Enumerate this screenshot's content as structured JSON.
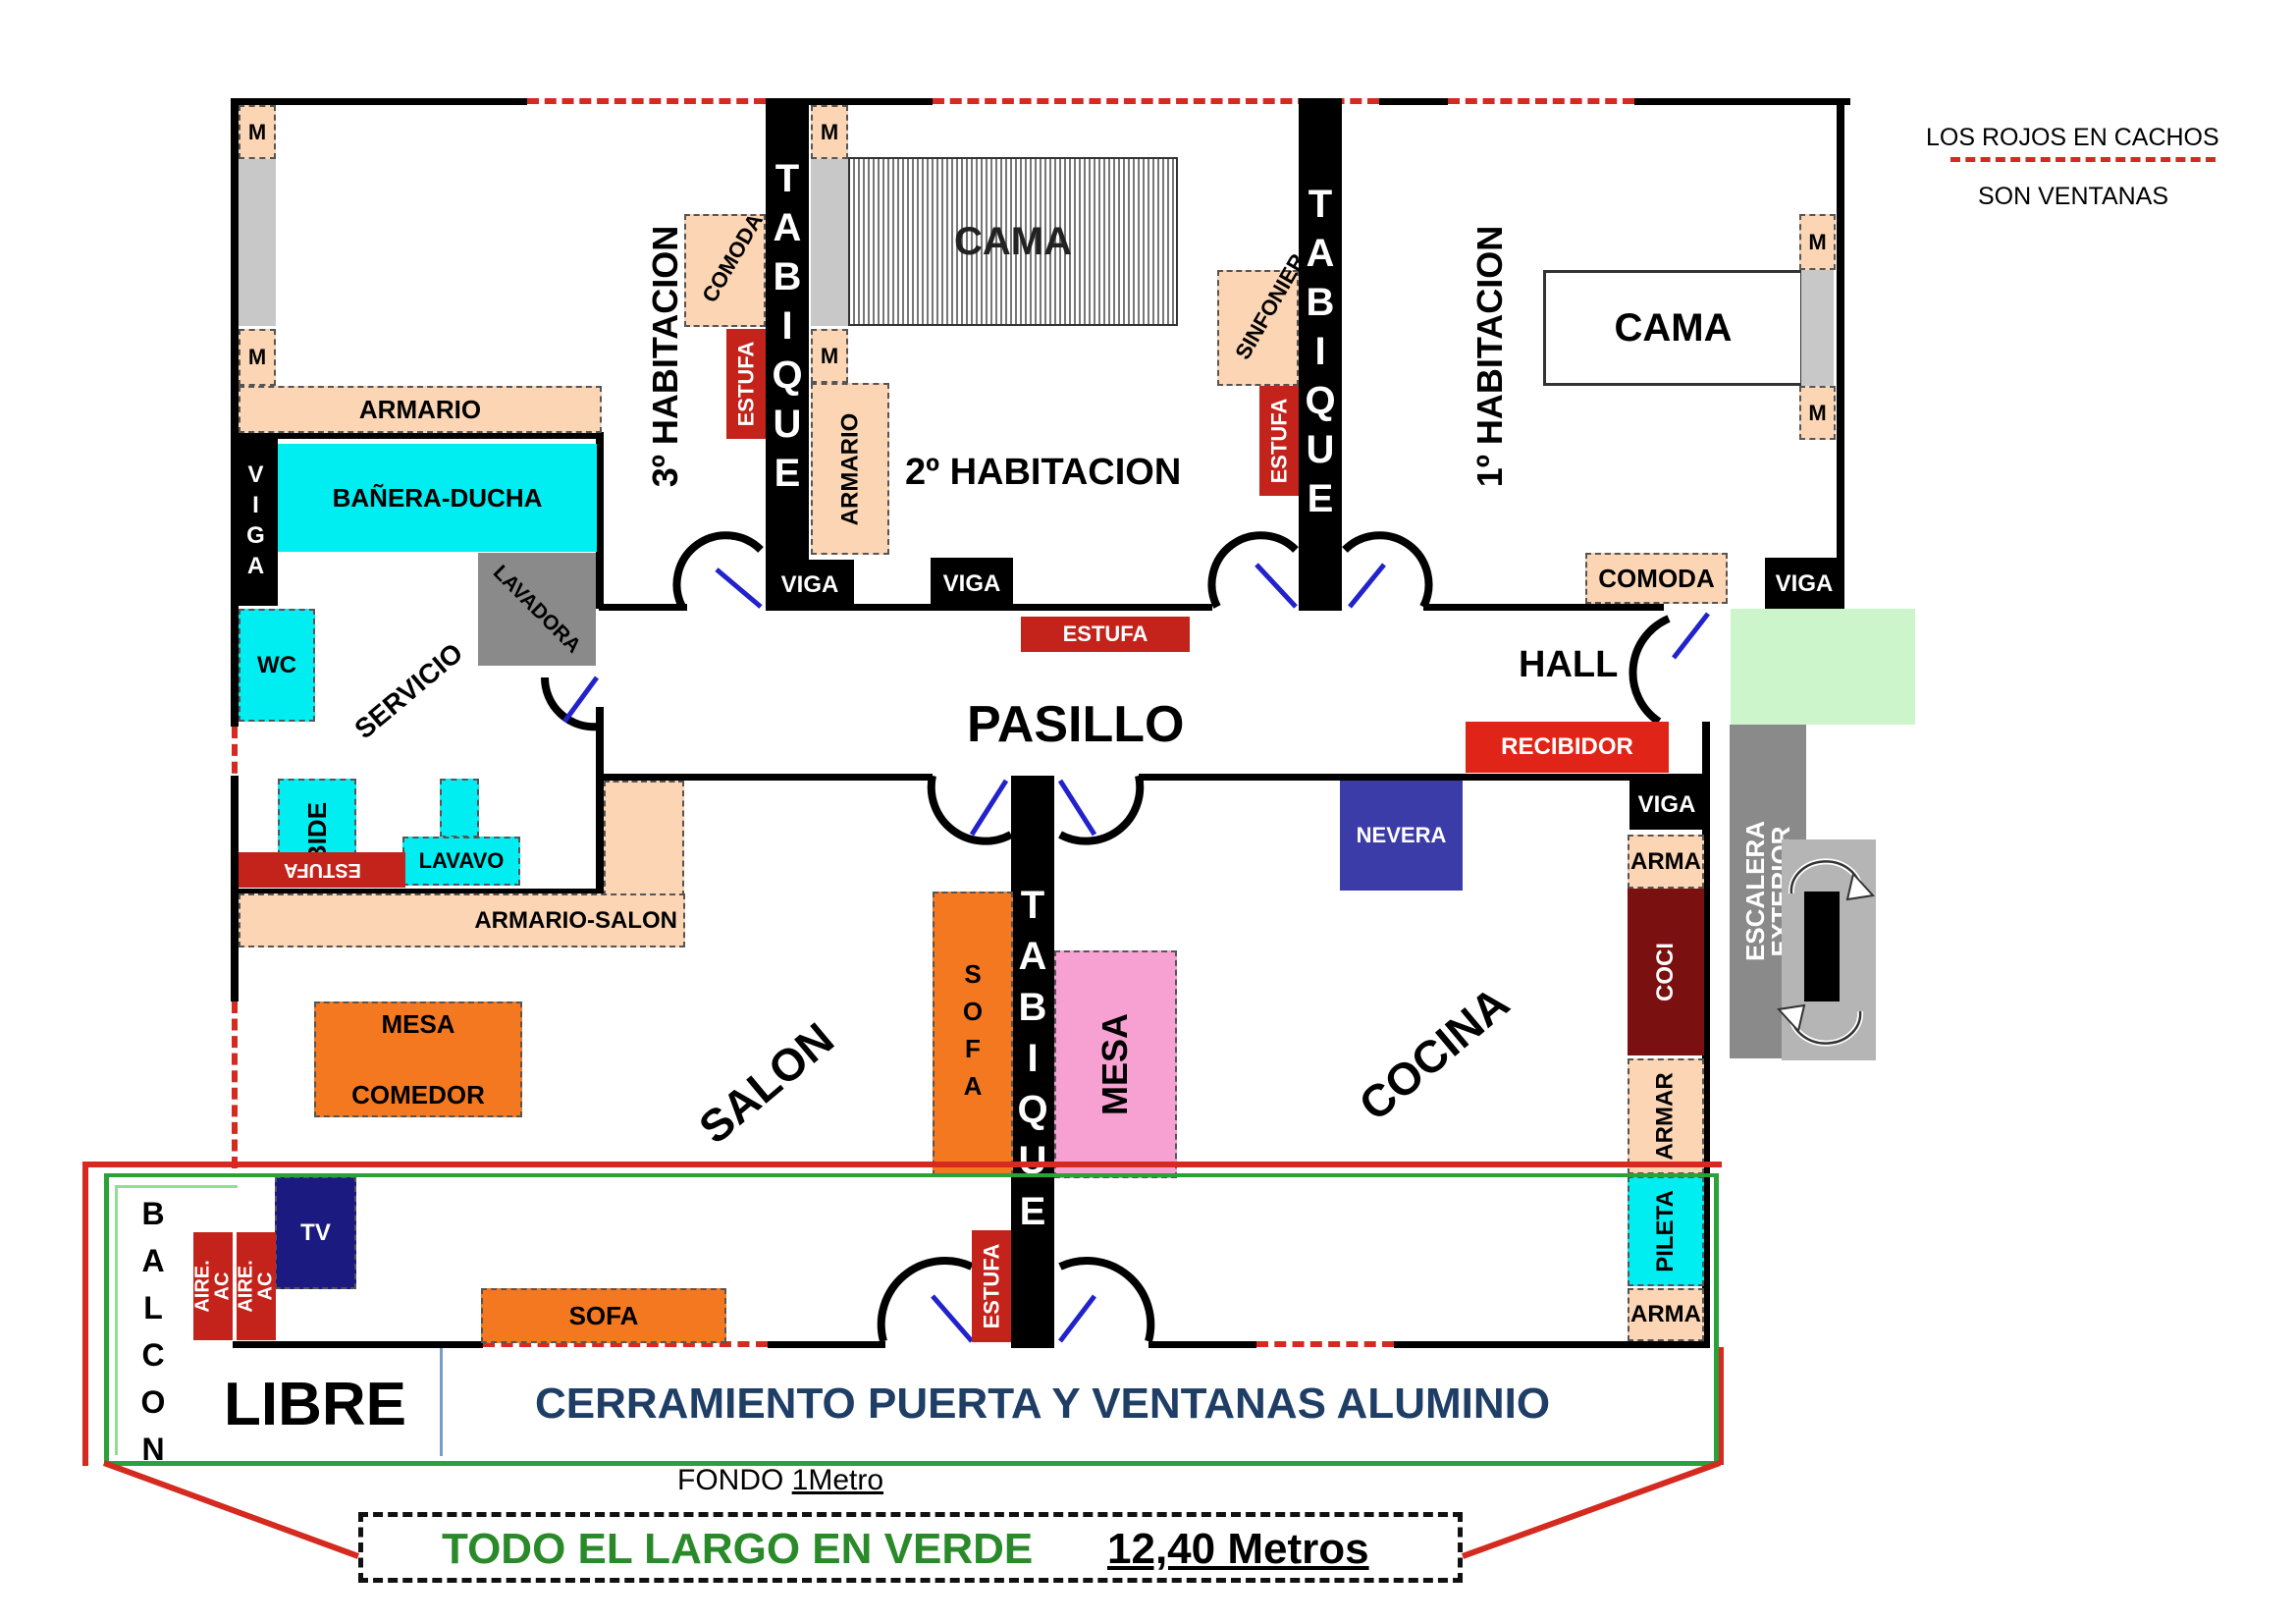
{
  "legend": {
    "line1": "LOS ROJOS EN CACHOS",
    "line2": "SON VENTANAS"
  },
  "rooms": {
    "third": "3º HABITACION",
    "second": "2º HABITACION",
    "first": "1º HABITACION",
    "corridor": "PASILLO",
    "hall": "HALL",
    "service": "SERVICIO",
    "living": "SALON",
    "kitchen": "COCINA",
    "balcony": "BALCON"
  },
  "furniture": {
    "m": "M",
    "cama": "CAMA",
    "armario": "ARMARIO",
    "banera": "BAÑERA-DUCHA",
    "lavadora": "LAVADORA",
    "wc": "WC",
    "bide": "BIDE",
    "lavavo": "LAVAVO",
    "estufa": "ESTUFA",
    "armario_salon": "ARMARIO-SALON",
    "mesa": "MESA",
    "comedor": "COMEDOR",
    "tv": "TV",
    "aire": "AIRE. AC",
    "sofa": "SOFA",
    "comoda": "COMODA",
    "sinfonier": "SINFONIER",
    "recibidor": "RECIBIDOR",
    "nevera": "NEVERA",
    "arma": "ARMA",
    "armar": "ARMAR",
    "coci": "COCI",
    "pileta": "PILETA",
    "tabique": "TABIQUE",
    "viga": "VIGA",
    "escalera": "ESCALERA EXTERIOR"
  },
  "bottom": {
    "libre": "LIBRE",
    "cerramiento": "CERRAMIENTO PUERTA Y VENTANAS ALUMINIO",
    "fondo_prefix": "FONDO ",
    "fondo_value": "1Metro",
    "todo": "TODO EL LARGO EN VERDE",
    "metros": "12,40 Metros"
  },
  "colors": {
    "wall": "#000000",
    "window": "#d42a1f",
    "peach": "#fcd5b4",
    "cyan": "#00eef2",
    "red": "#c4231c",
    "orange": "#f47820",
    "navy": "#1a1a80",
    "blue_fridge": "#3c3ca8",
    "pink": "#f7a1d3",
    "gray": "#c8c8c8",
    "dark_gray": "#8a8a8a",
    "green": "#2aa23a",
    "light_green": "#ccf5cc",
    "dark_red": "#7b1010"
  }
}
